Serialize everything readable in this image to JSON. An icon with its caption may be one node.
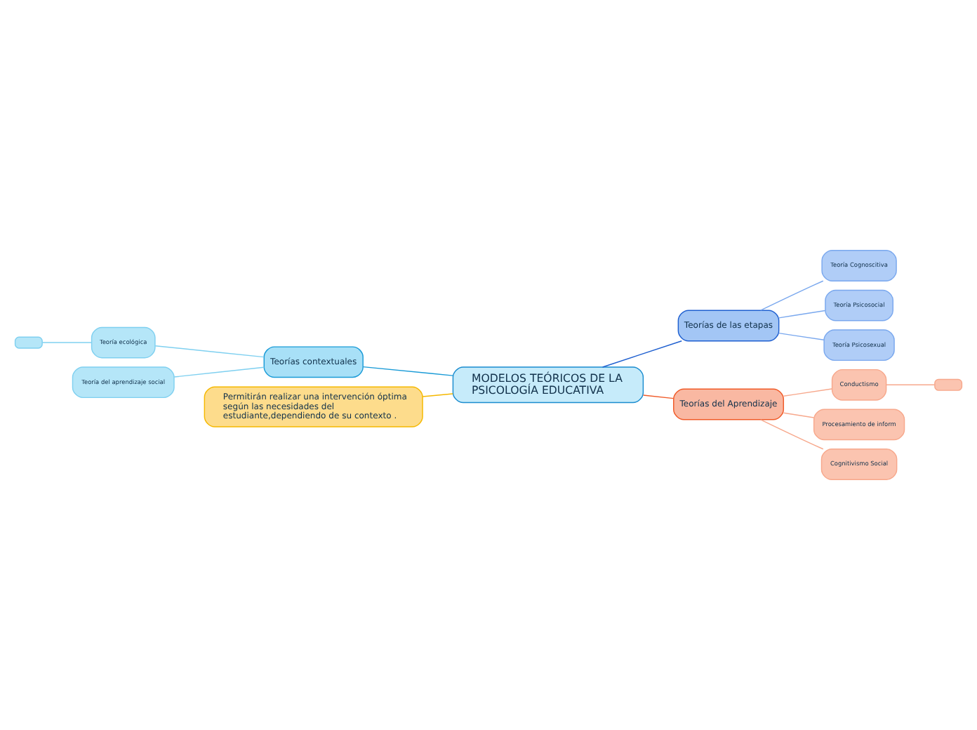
{
  "diagram": {
    "nodes": [
      {
        "text": [
          "MODELOS TEÓRICOS DE LA PSICOLOGÍA EDUCATIVA"
        ]
      },
      {
        "text": [
          "Teorías contextuales"
        ]
      },
      {
        "text": [],
        "shape": "box"
      },
      {
        "text": [
          "Teoría ecológica"
        ]
      },
      {
        "text": [
          "Teoría del aprendizaje social"
        ]
      },
      {
        "text": [
          "Permitirán realizar una intervención óptima según las necesidades del estudiante,dependiendo de su contexto ."
        ]
      },
      {
        "text": [
          "Teorías de las etapas"
        ]
      },
      {
        "text": [
          "Teoría Cognoscitiva"
        ]
      },
      {
        "text": [
          "Teoría Psicosocial"
        ]
      },
      {
        "text": [
          "Teoría Psicosexual"
        ]
      },
      {
        "text": [
          "Teorías del Aprendizaje"
        ]
      },
      {
        "text": [
          "Conductismo"
        ]
      },
      {
        "text": [],
        "shape": "box"
      },
      {
        "text": [
          "Procesamiento de inform"
        ]
      },
      {
        "text": [
          "Cognitivismo Social"
        ]
      }
    ],
    "edges": [
      {
        "from": 0,
        "to": 1,
        "arrow": "none",
        "color": "#1a9bd7"
      },
      {
        "from": 1,
        "to": 3,
        "arrow": "none",
        "color": "#7fd0f0"
      },
      {
        "from": 3,
        "to": 2,
        "arrow": "none",
        "color": "#7fd0f0"
      },
      {
        "from": 1,
        "to": 4,
        "arrow": "none",
        "color": "#7fd0f0"
      },
      {
        "from": 0,
        "to": 5,
        "arrow": "none",
        "color": "#f5b800"
      },
      {
        "from": 0,
        "to": 6,
        "arrow": "none",
        "color": "#1e5fd0"
      },
      {
        "from": 6,
        "to": 7,
        "arrow": "none",
        "color": "#7aa8ee"
      },
      {
        "from": 6,
        "to": 8,
        "arrow": "none",
        "color": "#7aa8ee"
      },
      {
        "from": 6,
        "to": 9,
        "arrow": "none",
        "color": "#7aa8ee"
      },
      {
        "from": 0,
        "to": 10,
        "arrow": "none",
        "color": "#f05a28"
      },
      {
        "from": 10,
        "to": 11,
        "arrow": "none",
        "color": "#f7a88c"
      },
      {
        "from": 11,
        "to": 12,
        "arrow": "none",
        "color": "#f7a88c"
      },
      {
        "from": 10,
        "to": 13,
        "arrow": "none",
        "color": "#f7a88c"
      },
      {
        "from": 10,
        "to": 14,
        "arrow": "none",
        "color": "#f7a88c"
      }
    ]
  }
}
